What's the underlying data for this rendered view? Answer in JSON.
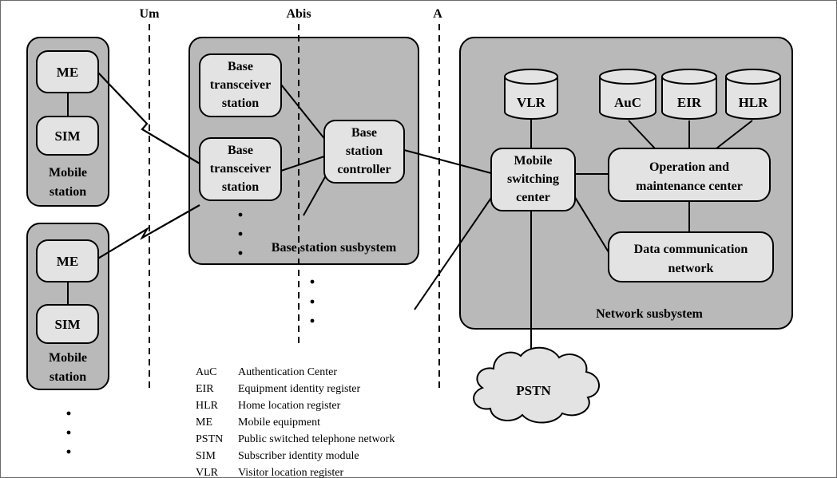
{
  "interfaces": {
    "um": "Um",
    "abis": "Abis",
    "a": "A"
  },
  "mobile_station_1": {
    "me": "ME",
    "sim": "SIM",
    "label_line1": "Mobile",
    "label_line2": "station"
  },
  "mobile_station_2": {
    "me": "ME",
    "sim": "SIM",
    "label_line1": "Mobile",
    "label_line2": "station"
  },
  "bss": {
    "bts1": [
      "Base",
      "transceiver",
      "station"
    ],
    "bts2": [
      "Base",
      "transceiver",
      "station"
    ],
    "bsc": [
      "Base",
      "station",
      "controller"
    ],
    "label": "Base station susbystem"
  },
  "nss": {
    "vlr": "VLR",
    "auc": "AuC",
    "eir": "EIR",
    "hlr": "HLR",
    "msc": [
      "Mobile",
      "switching",
      "center"
    ],
    "omc": [
      "Operation and",
      "maintenance center"
    ],
    "dcn": [
      "Data communication",
      "network"
    ],
    "label": "Network susbystem"
  },
  "pstn": "PSTN",
  "legend": [
    {
      "abbr": "AuC",
      "def": "Authentication Center"
    },
    {
      "abbr": "EIR",
      "def": "Equipment identity register"
    },
    {
      "abbr": "HLR",
      "def": "Home location register"
    },
    {
      "abbr": "ME",
      "def": "Mobile equipment"
    },
    {
      "abbr": "PSTN",
      "def": "Public switched telephone network"
    },
    {
      "abbr": "SIM",
      "def": "Subscriber identity module"
    },
    {
      "abbr": "VLR",
      "def": "Visitor location register"
    }
  ],
  "colors": {
    "container_fill": "#b9b9b9",
    "node_fill": "#e3e3e3",
    "line": "#000000",
    "background": "#ffffff"
  }
}
